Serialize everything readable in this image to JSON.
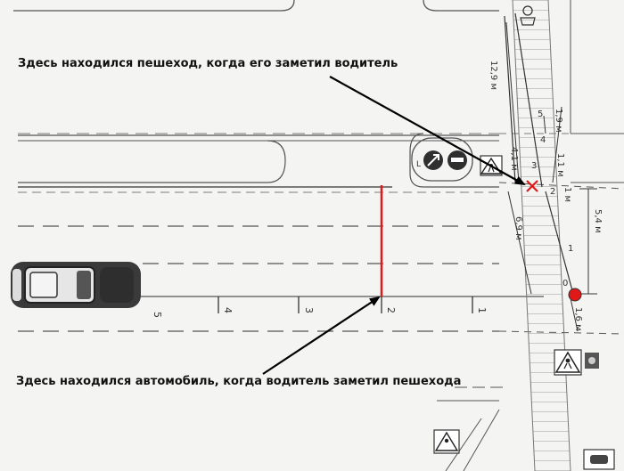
{
  "annotations": {
    "pedestrian": "Здесь находился пешеход, когда его заметил водитель",
    "car": "Здесь находился автомобиль, когда водитель заметил пешехода"
  },
  "distance_marks": [
    "5",
    "4",
    "3",
    "2",
    "1"
  ],
  "measurements": {
    "m_12_9": "12,9 м",
    "m_1_9": "1,9 м",
    "m_4_1": "4,1 м",
    "m_1_1": "1,1 м",
    "m_5_4": "5,4 м",
    "m_6_9": "6,9 м",
    "m_1_6": "1,6 м",
    "m_1": "1 м"
  },
  "crosswalk_numbers": [
    "5",
    "4",
    "3",
    "2",
    "1",
    "0"
  ],
  "colors": {
    "marker_red": "#e01818",
    "arrow": "#000000",
    "ink": "#333333"
  },
  "icons": [
    "pedestrian-crossing-sign-icon",
    "keep-right-sign-icon",
    "no-entry-sign-icon",
    "car-icon",
    "collision-cross-icon"
  ]
}
